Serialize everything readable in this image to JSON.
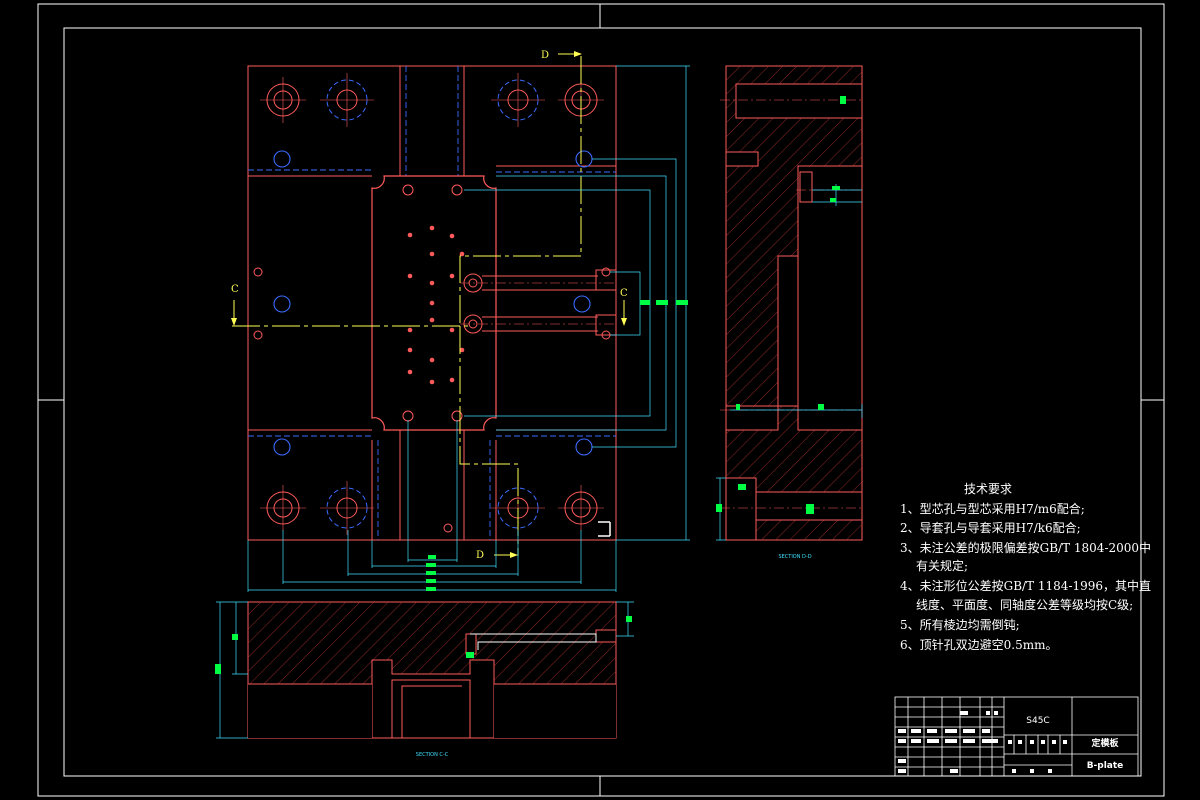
{
  "section_markers": {
    "d_top": "D",
    "d_bottom": "D",
    "c_left": "C",
    "c_right": "C"
  },
  "view_labels": {
    "section_dd": "SECTION D-D",
    "section_cc": "SECTION C-C"
  },
  "tech_requirements": {
    "title": "技术要求",
    "items": [
      "1、型芯孔与型芯采用H7/m6配合;",
      "2、导套孔与导套采用H7/k6配合;",
      "3、未注公差的极限偏差按GB/T 1804-2000中",
      "有关规定;",
      "4、未注形位公差按GB/T 1184-1996，其中直",
      "线度、平面度、同轴度公差等级均按C级;",
      "5、所有棱边均需倒钝;",
      "6、顶针孔双边避空0.5mm。"
    ]
  },
  "title_block": {
    "material": "S45C",
    "part_name": "定模板",
    "drawing_code": "B-plate"
  },
  "colors": {
    "outline": "#ff5a5a",
    "hidden": "#3a6bff",
    "center": "#ffff55",
    "dimension": "#40e0ff",
    "hatch": "#c03030",
    "dim_text": "#00ff44",
    "border": "#ffffff"
  }
}
